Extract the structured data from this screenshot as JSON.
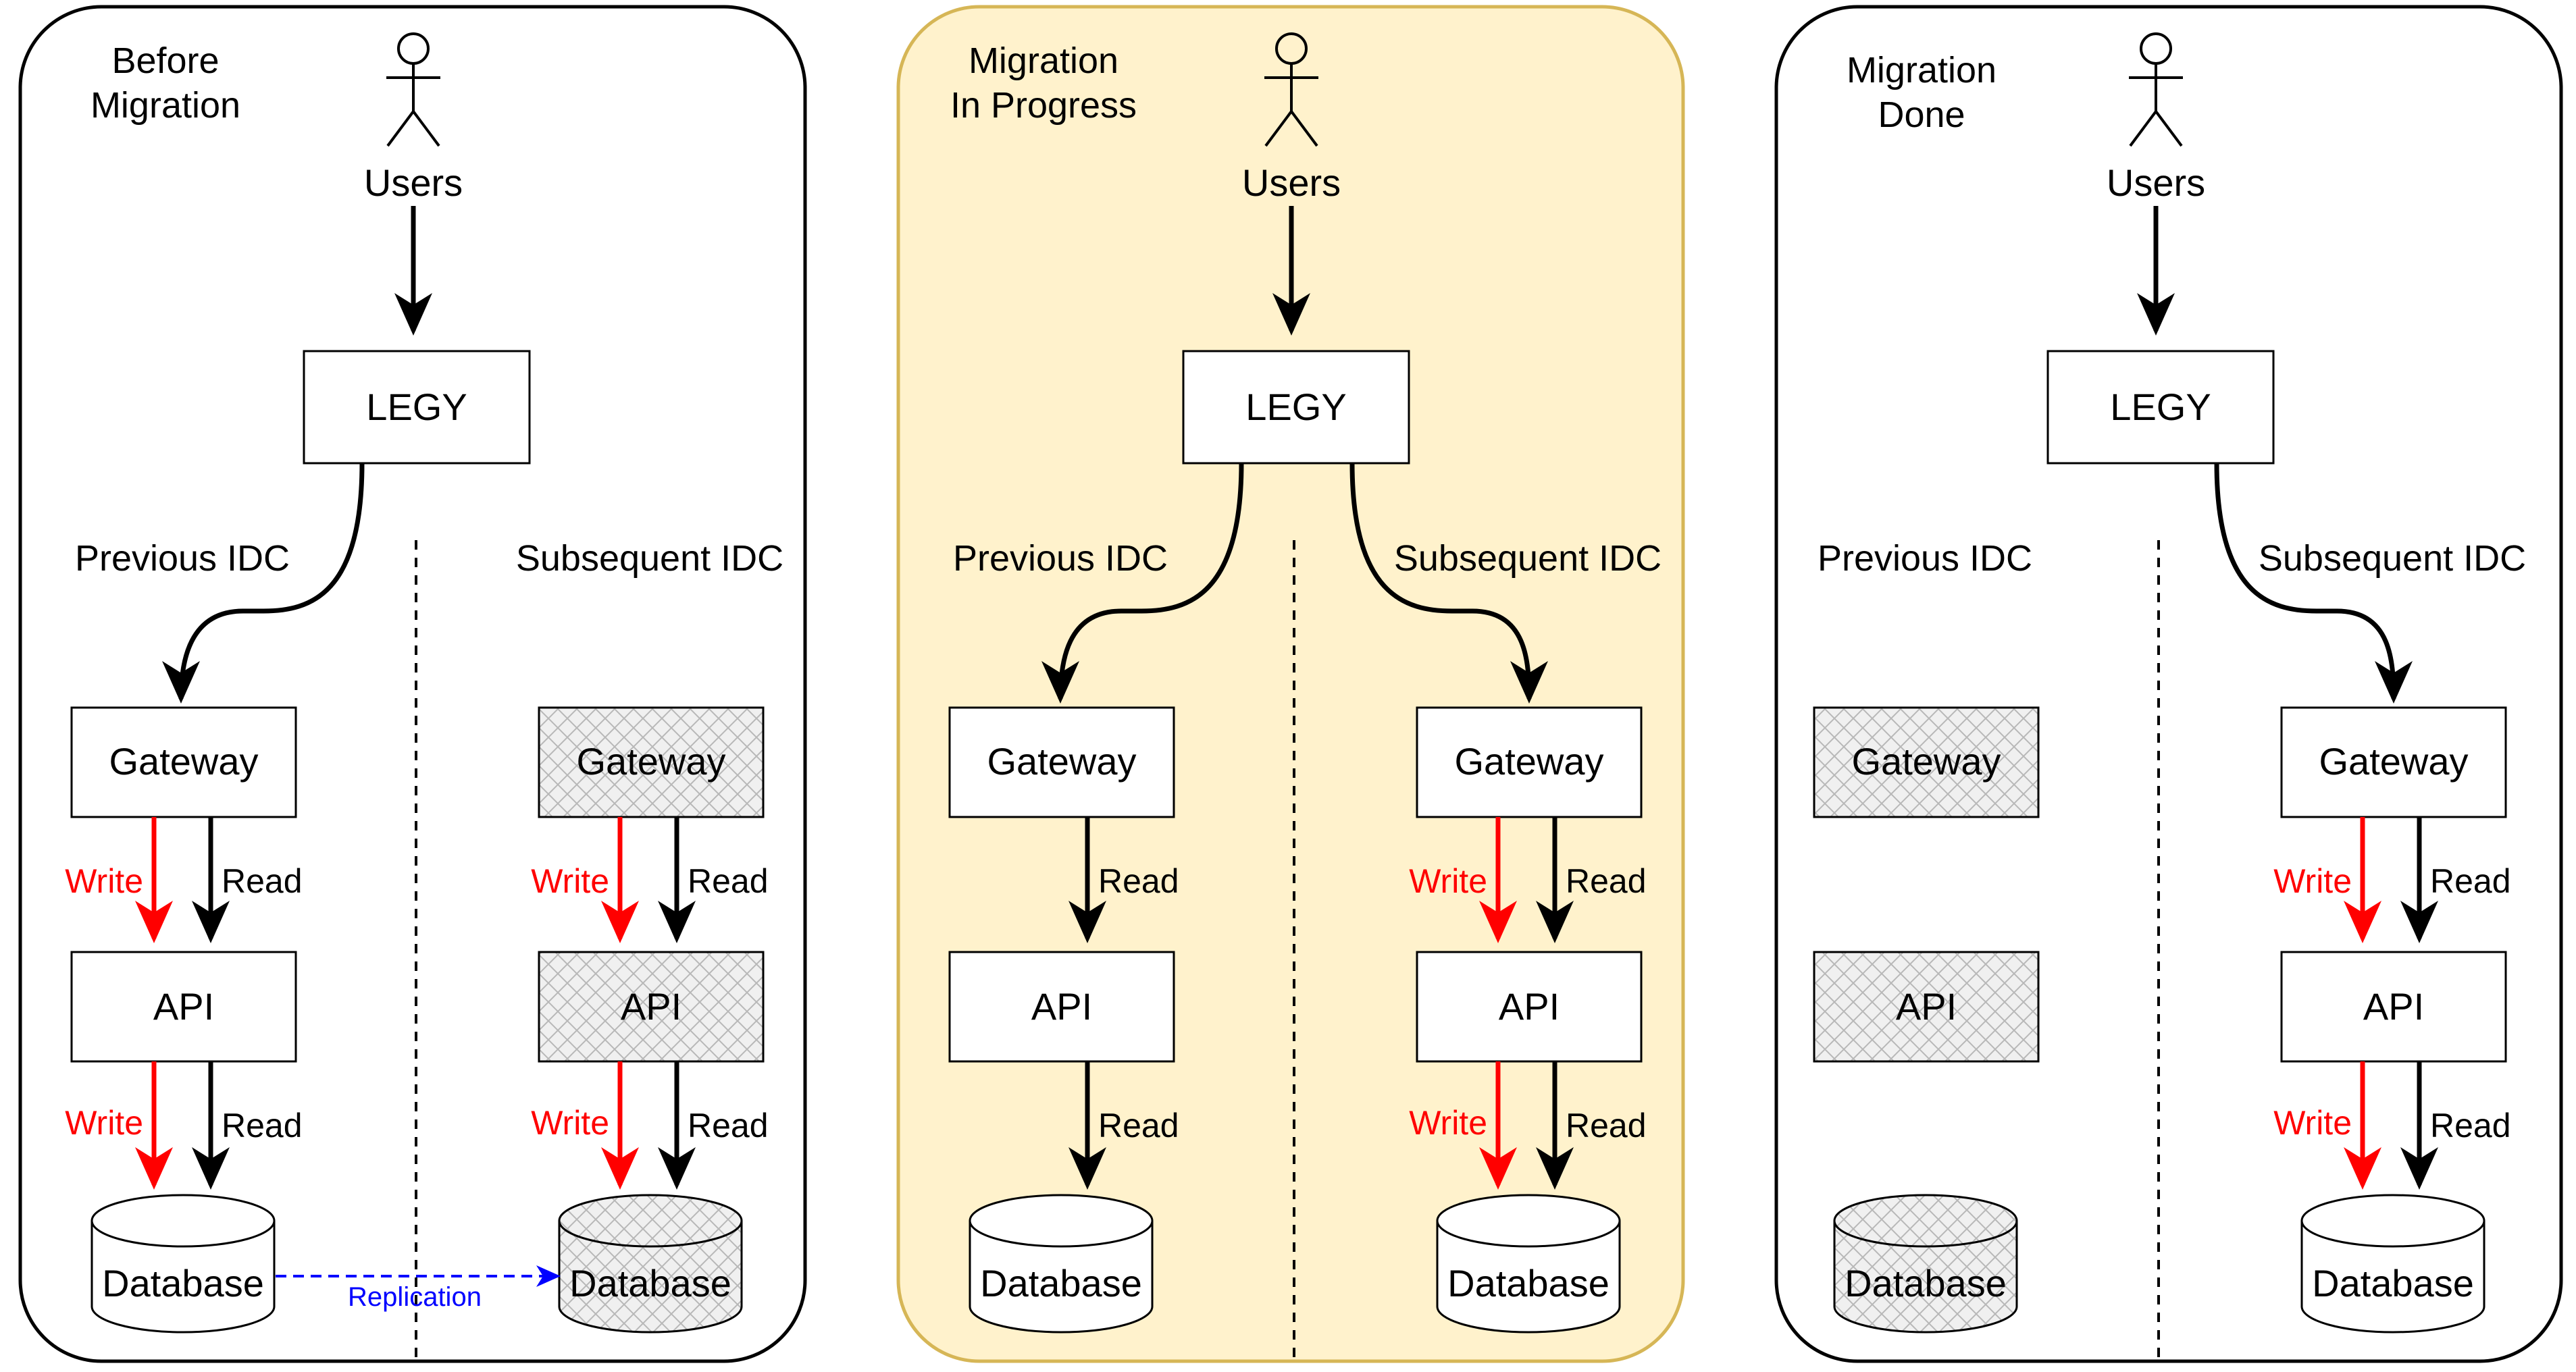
{
  "colors": {
    "write": "#ff0000",
    "read": "#000000",
    "replication": "#0000ff",
    "panel_highlight_fill": "#fff2cc",
    "panel_highlight_stroke": "#d6b656"
  },
  "icons": {
    "users": "stick-figure-icon"
  },
  "panels": [
    {
      "title_lines": [
        "Before",
        "Migration"
      ],
      "users_label": "Users",
      "legy_label": "LEGY",
      "left_region": "Previous IDC",
      "right_region": "Subsequent IDC",
      "left": {
        "gateway": "Gateway",
        "api": "API",
        "database": "Database",
        "gw_write": "Write",
        "gw_read": "Read",
        "api_write": "Write",
        "api_read": "Read"
      },
      "right": {
        "gateway": "Gateway",
        "api": "API",
        "database": "Database",
        "gw_write": "Write",
        "gw_read": "Read",
        "api_write": "Write",
        "api_read": "Read"
      },
      "replication_label": "Replication"
    },
    {
      "title_lines": [
        "Migration",
        "In Progress"
      ],
      "users_label": "Users",
      "legy_label": "LEGY",
      "left_region": "Previous IDC",
      "right_region": "Subsequent IDC",
      "left": {
        "gateway": "Gateway",
        "api": "API",
        "database": "Database",
        "gw_read": "Read",
        "api_read": "Read"
      },
      "right": {
        "gateway": "Gateway",
        "api": "API",
        "database": "Database",
        "gw_write": "Write",
        "gw_read": "Read",
        "api_write": "Write",
        "api_read": "Read"
      }
    },
    {
      "title_lines": [
        "Migration",
        "Done"
      ],
      "users_label": "Users",
      "legy_label": "LEGY",
      "left_region": "Previous IDC",
      "right_region": "Subsequent IDC",
      "left": {
        "gateway": "Gateway",
        "api": "API",
        "database": "Database"
      },
      "right": {
        "gateway": "Gateway",
        "api": "API",
        "database": "Database",
        "gw_write": "Write",
        "gw_read": "Read",
        "api_write": "Write",
        "api_read": "Read"
      }
    }
  ]
}
